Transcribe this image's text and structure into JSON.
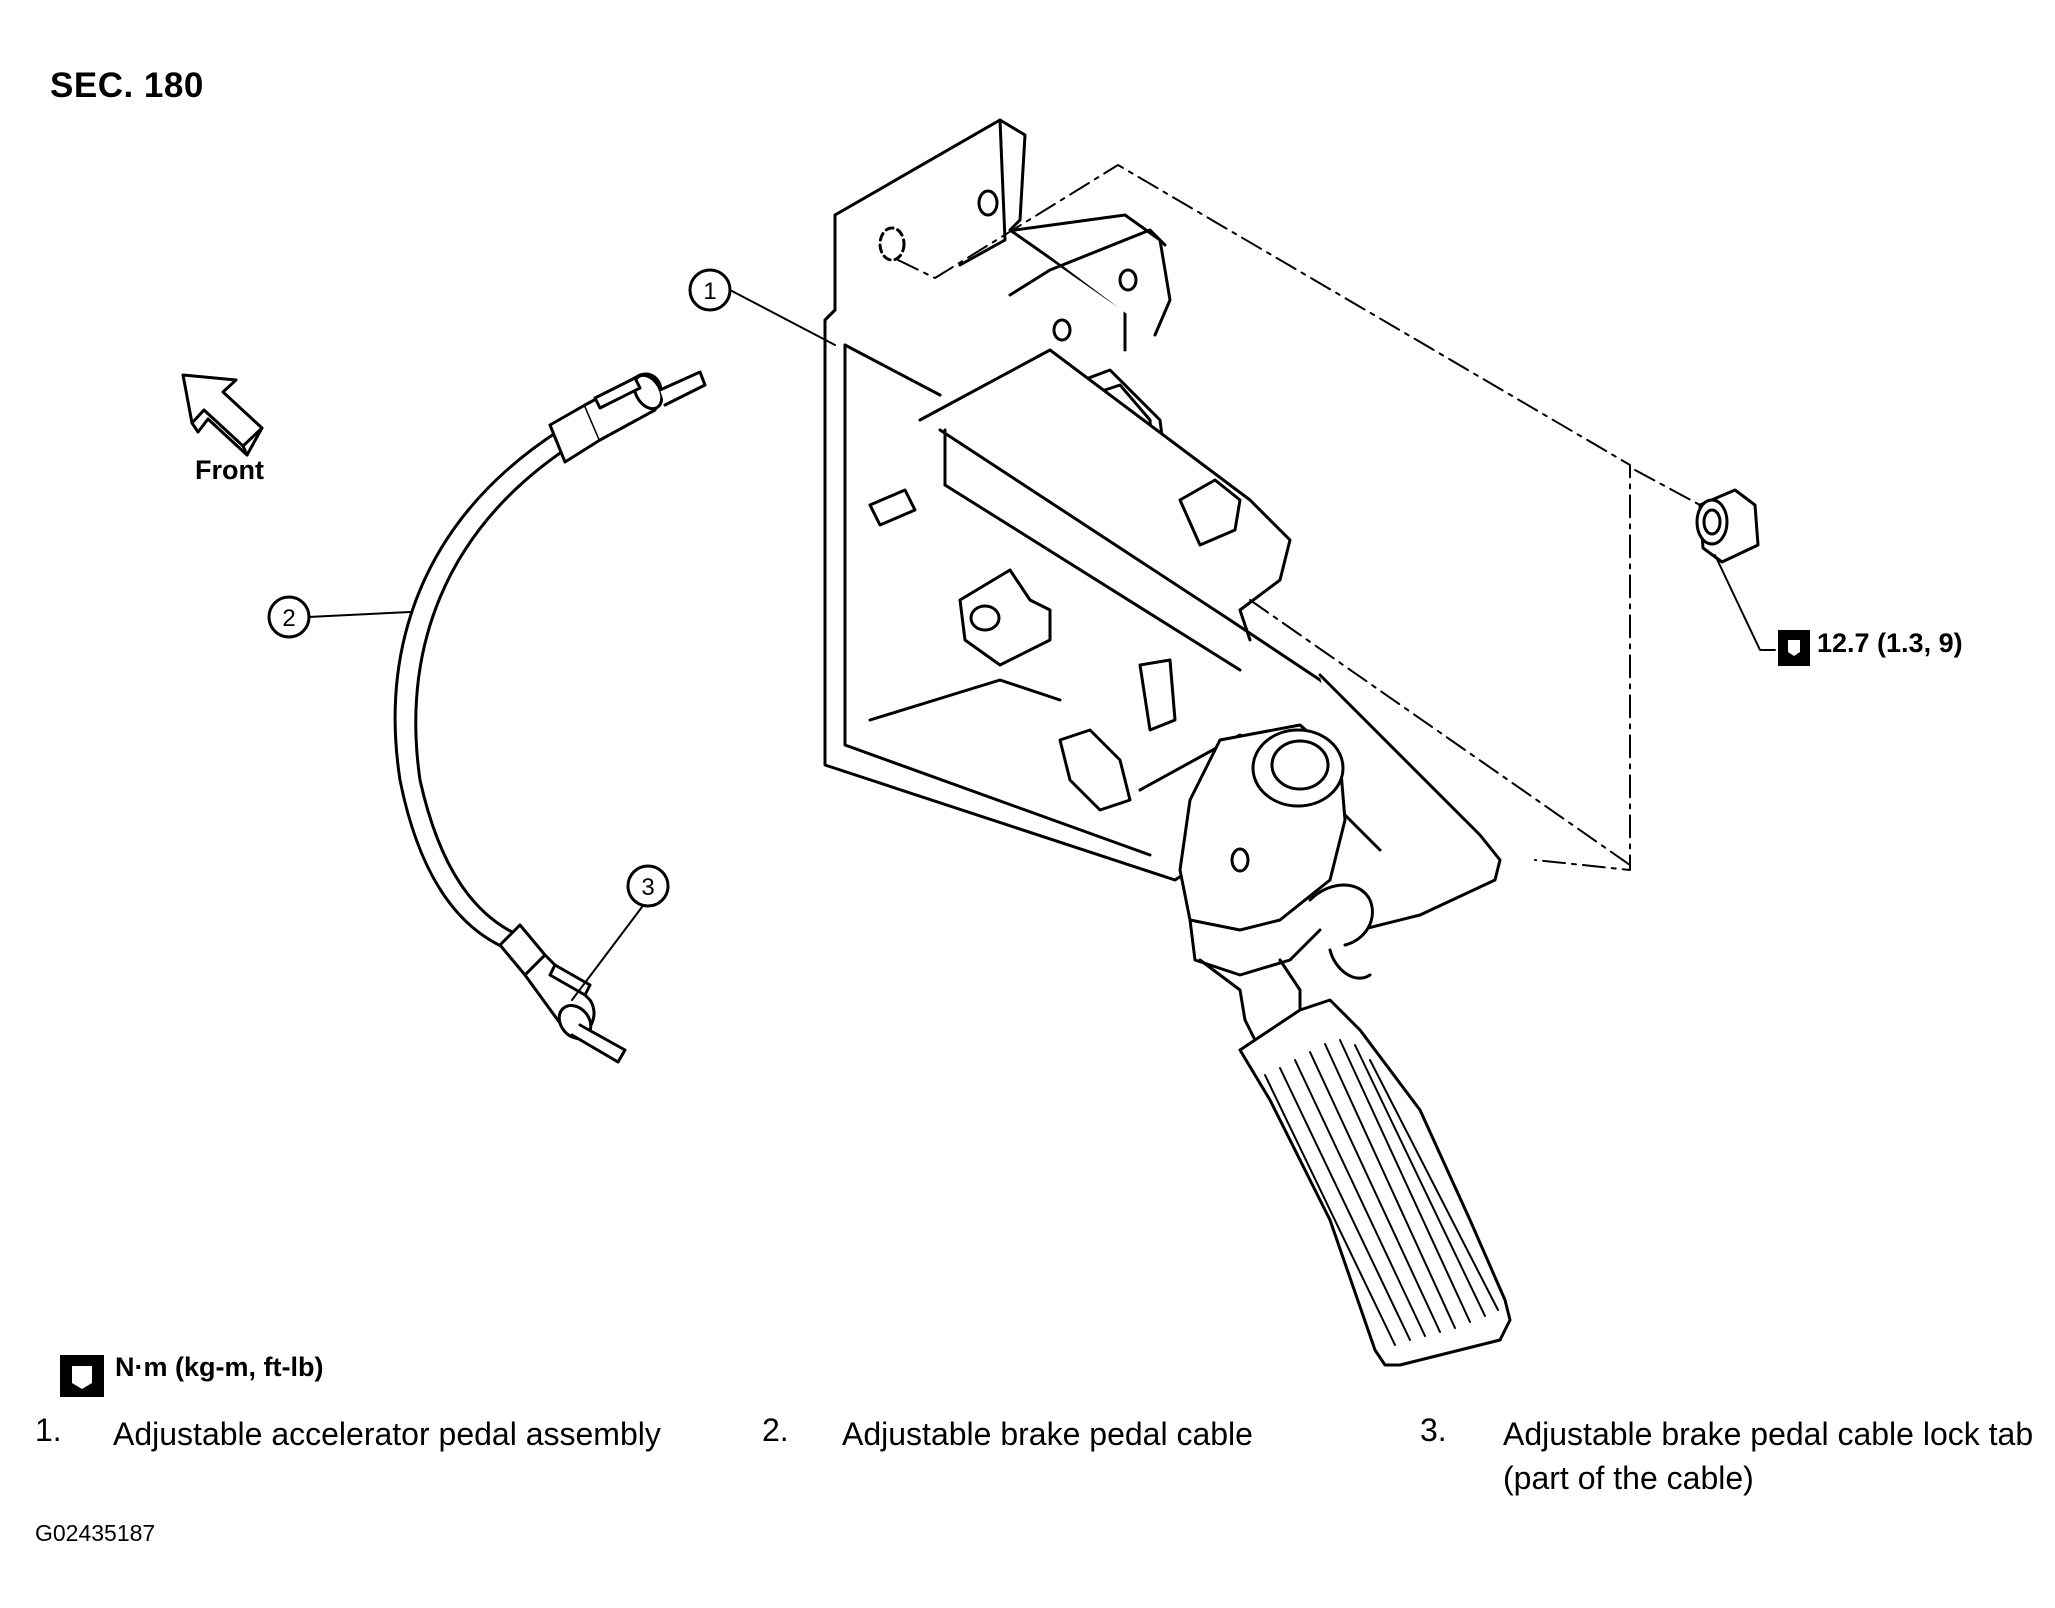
{
  "section": "SEC. 180",
  "front_label": "Front",
  "callouts": [
    "1",
    "2",
    "3"
  ],
  "torque": {
    "value": "12.7 (1.3, 9)",
    "icon": "torque-wrench-icon"
  },
  "units": {
    "label": "N·m (kg-m, ft-lb)",
    "icon": "torque-wrench-icon"
  },
  "legend": [
    {
      "num": "1.",
      "text": "Adjustable accelerator pedal assembly"
    },
    {
      "num": "2.",
      "text": "Adjustable brake pedal cable"
    },
    {
      "num": "3.",
      "text": "Adjustable brake pedal cable lock tab (part of the cable)"
    }
  ],
  "figure_id": "G02435187"
}
